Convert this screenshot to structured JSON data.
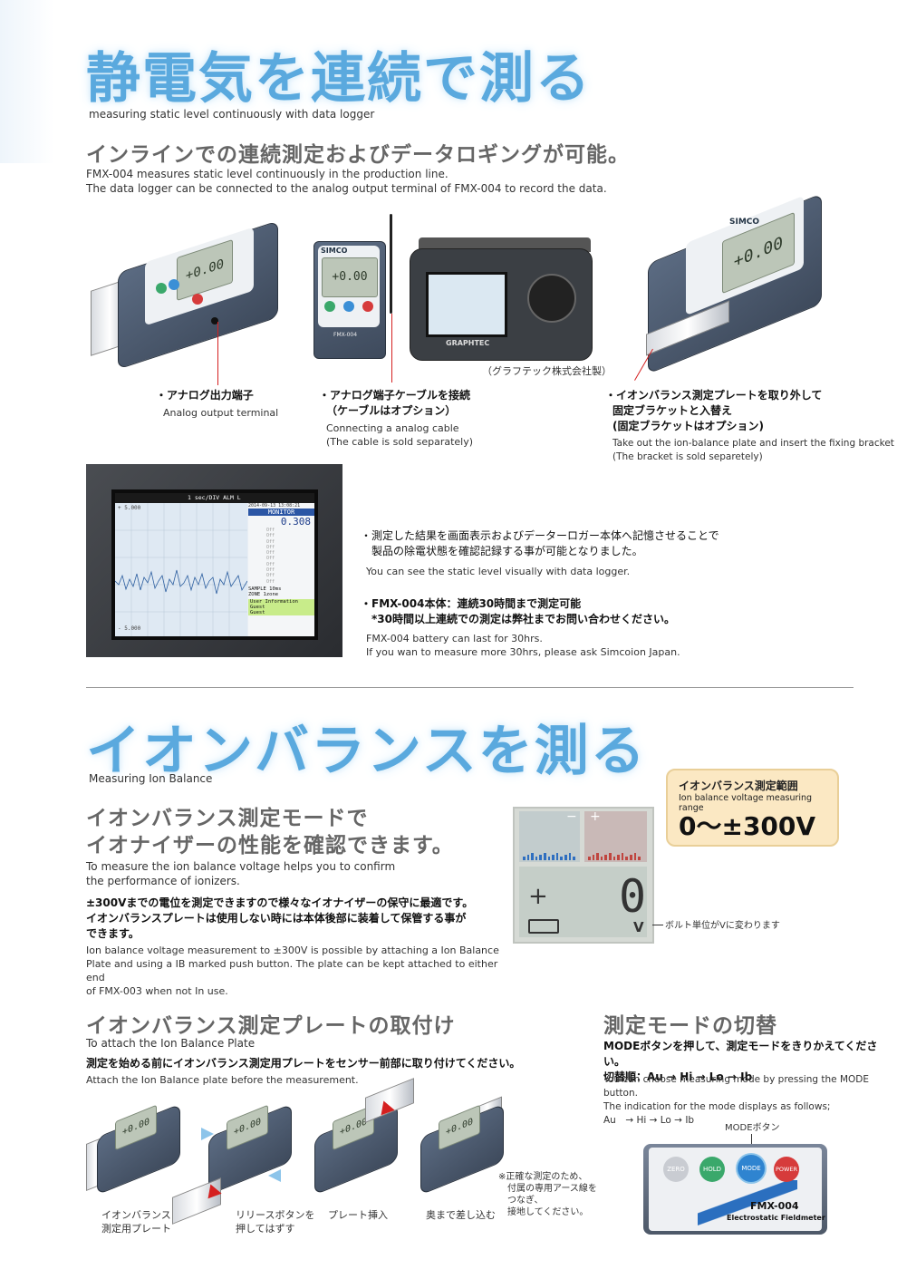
{
  "section1": {
    "title": "静電気を連続で測る",
    "subtitle": "measuring static level continuously with data logger",
    "heading": "インラインでの連続測定およびデータロギングが可能。",
    "desc": [
      "FMX-004 measures static level continuously in the production line.",
      "The data logger can be connected to the analog output terminal of FMX-004 to record the data."
    ],
    "credit": "（グラフテック株式会社製）",
    "callouts": [
      {
        "jp": [
          "・アナログ出力端子"
        ],
        "en": [
          "Analog output terminal"
        ]
      },
      {
        "jp": [
          "・アナログ端子ケーブルを接続",
          "（ケーブルはオプション）"
        ],
        "en": [
          "Connecting a analog cable",
          "(The cable is sold separately)"
        ]
      },
      {
        "jp": [
          "・イオンバランス測定プレートを取り外して",
          "固定ブラケットと入替え",
          "(固定ブラケットはオプション)"
        ],
        "en": [
          "Take out the ion-balance plate and insert the fixing bracket",
          "(The bracket is sold separetely)"
        ]
      }
    ],
    "screen": {
      "header": "1 sec/DIV  ALM L",
      "time": "2014-09-13 13:08:21",
      "monitor": "MONITOR",
      "value": "0.308",
      "top_label": "+ 5.000",
      "bottom_label": "- 5.000",
      "rows": [
        "Off",
        "Off",
        "Off",
        "Off",
        "Off",
        "Off",
        "Off",
        "Off",
        "Off",
        "Off"
      ],
      "sample": "SAMPLE  10ms",
      "zone": "ZONE    1zone",
      "user": "User Information",
      "guest1": "Guest",
      "guest2": "Guest"
    },
    "notes": [
      {
        "jp": [
          "・測定した結果を画面表示およびデーターロガー本体へ記憶させることで",
          "　製品の除電状態を確認記録する事が可能となりました。"
        ],
        "en": [
          "You can see the static level visually with data logger."
        ]
      },
      {
        "jp": [
          "・FMX-004本体：連続30時間まで測定可能",
          "　*30時間以上連続での測定は弊社までお問い合わせください。"
        ],
        "en": [
          "FMX-004 battery can last for 30hrs.",
          "If you wan to measure more 30hrs, please ask Simcoion Japan."
        ]
      }
    ]
  },
  "section2": {
    "title": "イオンバランスを測る",
    "subtitle": "Measuring Ion Balance",
    "heading": [
      "イオンバランス測定モードで",
      "イオナイザーの性能を確認できます。"
    ],
    "desc_en": [
      "To measure the ion balance voltage helps you to confirm",
      "the performance of ionizers."
    ],
    "body_jp": [
      "±300Vまでの電位を測定できますので様々なイオナイザーの保守に最適です。",
      "イオンバランスプレートは使用しない時には本体後部に装着して保管する事が",
      "できます。"
    ],
    "body_en": [
      "Ion balance voltage measurement to ±300V is possible by attaching a Ion Balance",
      "Plate and using a IB marked push button. The plate can be kept attached to either end",
      "of FMX-003 when not In use."
    ],
    "range_tag": {
      "jp": "イオンバランス測定範囲",
      "en": "Ion balance voltage measuring range",
      "value": "0～±300V"
    },
    "lcd": {
      "minus": "−",
      "plus": "+",
      "sign": "+",
      "digit": "0",
      "unit": "V",
      "note": "ボルト単位がVに変わります"
    }
  },
  "section3": {
    "heading": "イオンバランス測定プレートの取付け",
    "sub_en": "To attach the Ion Balance Plate",
    "jp": "測定を始める前にイオンバランス測定用プレートをセンサー前部に取り付けてください。",
    "en": "Attach the Ion Balance plate before the measurement.",
    "steps": [
      [
        "イオンバランス",
        "測定用プレート"
      ],
      [
        "リリースボタンを",
        "押してはずす"
      ],
      [
        "プレート挿入"
      ],
      [
        "奥まで差し込む"
      ]
    ],
    "note": [
      "※正確な測定のため、",
      "付属の専用アース線を",
      "つなぎ、",
      "接地してください。"
    ]
  },
  "section4": {
    "heading": "測定モードの切替",
    "jp": [
      "MODEボタンを押して、測定モードをきりかえてください。",
      "切替順：Au → Hi → Lo → Ib"
    ],
    "en": [
      "You can choose measuring mode by pressing the MODE button.",
      "The indication for the mode displays as follows;",
      "Au　→ Hi → Lo → Ib"
    ],
    "mode_label": "MODEボタン",
    "buttons": [
      "ZERO",
      "HOLD",
      "MODE",
      "POWER"
    ],
    "model": "FMX-004",
    "model_sub": "Electrostatic Fieldmeter"
  },
  "device": {
    "brand": "SIMCO",
    "model": "FMX-004",
    "reading": "+0.00",
    "logger_brand": "GRAPHTEC"
  },
  "colors": {
    "title_blue": "#5aa9de",
    "tag_bg": "#fbe8c3",
    "arrow_red": "#d52020",
    "arrow_blue": "#8cc4ea"
  }
}
